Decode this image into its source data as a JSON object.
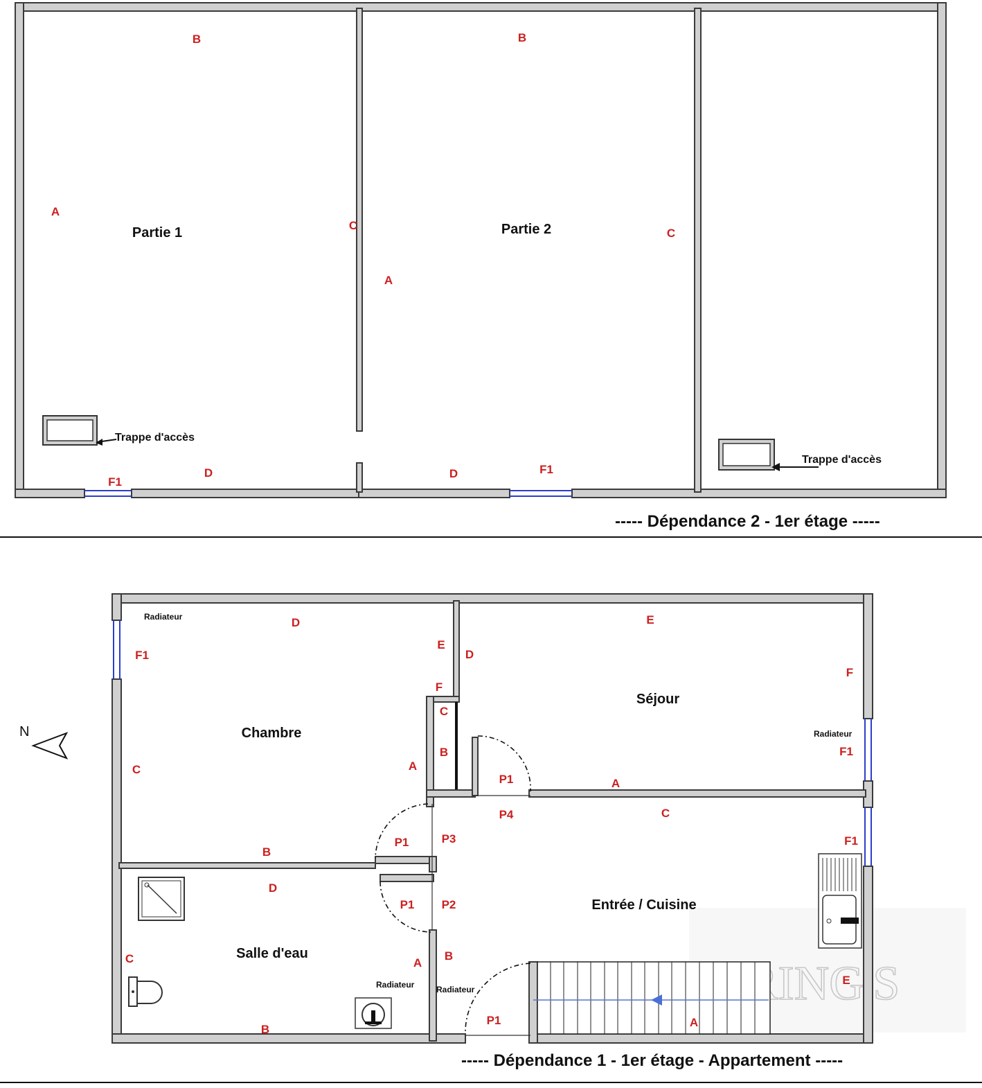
{
  "plan_top": {
    "title": "-----  Dépendance 2 - 1er étage  -----",
    "rooms": {
      "partie1": "Partie 1",
      "partie2": "Partie 2"
    },
    "wall_labels": {
      "p1_b": "B",
      "p1_a": "A",
      "p1_c": "C",
      "p1_d": "D",
      "p1_f1": "F1",
      "p2_b": "B",
      "p2_a": "A",
      "p2_c": "C",
      "p2_d": "D",
      "p2_f1": "F1"
    },
    "hatch_label_1": "Trappe d'accès",
    "hatch_label_2": "Trappe d'accès"
  },
  "plan_bottom": {
    "title": "-----  Dépendance 1 - 1er étage - Appartement -----",
    "north": "N",
    "rooms": {
      "chambre": "Chambre",
      "sejour": "Séjour",
      "salle_eau": "Salle d'eau",
      "entree": "Entrée / Cuisine"
    },
    "radiators": {
      "chambre": "Radiateur",
      "sejour": "Radiateur",
      "salle_eau": "Radiateur",
      "entree": "Radiateur"
    },
    "chambre_labels": {
      "d": "D",
      "f1": "F1",
      "e": "E",
      "f": "F",
      "c": "C",
      "a": "A",
      "b": "B"
    },
    "placard_labels": {
      "c": "C",
      "b": "B"
    },
    "sejour_labels": {
      "e": "E",
      "d": "D",
      "f": "F",
      "f1": "F1",
      "a": "A",
      "p1": "P1"
    },
    "entree_labels": {
      "p4": "P4",
      "c": "C",
      "f1": "F1",
      "p3": "P3",
      "p2": "P2",
      "b": "B",
      "p1": "P1",
      "a": "A",
      "e": "E"
    },
    "salle_labels": {
      "d": "D",
      "c": "C",
      "a": "A",
      "b": "B",
      "p1_chambre": "P1",
      "p1_salle": "P1"
    }
  },
  "watermark": "BRING'S",
  "colors": {
    "label_red": "#cc1f1f",
    "window_blue": "#2a3ec8",
    "wall_fill": "#d0d0d0"
  }
}
